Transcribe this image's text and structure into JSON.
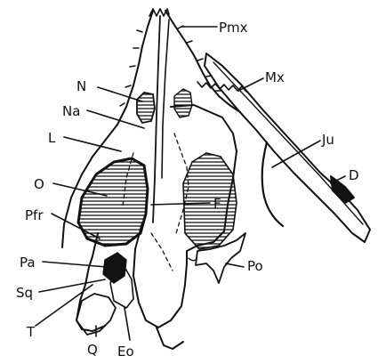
{
  "figure": {
    "labels": {
      "pmx": "Pmx",
      "mx": "Mx",
      "ju": "Ju",
      "d": "D",
      "n": "N",
      "na": "Na",
      "l": "L",
      "o": "O",
      "pfr": "Pfr",
      "f": "F",
      "pa": "Pa",
      "sq": "Sq",
      "po": "Po",
      "t": "T",
      "q": "Q",
      "eo": "Eo"
    },
    "colors": {
      "ink": "#111111",
      "background": "#ffffff"
    }
  }
}
